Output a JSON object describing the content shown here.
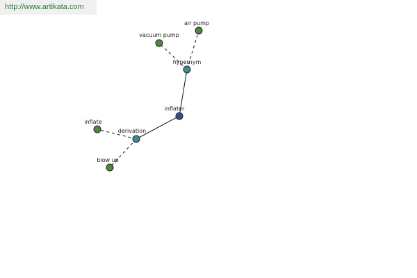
{
  "banner": {
    "url_text": "http://www.artikata.com"
  },
  "graph": {
    "colors": {
      "center": "#3c4b8c",
      "relation": "#3f8a94",
      "leaf": "#4f8a3c"
    },
    "nodes": [
      {
        "id": "inflater",
        "label": "inflater",
        "kind": "center"
      },
      {
        "id": "hypernym",
        "label": "hypernym",
        "kind": "relation"
      },
      {
        "id": "derivation",
        "label": "derivation",
        "kind": "relation"
      },
      {
        "id": "air-pump",
        "label": "air pump",
        "kind": "leaf"
      },
      {
        "id": "vacuum-pump",
        "label": "vacuum pump",
        "kind": "leaf"
      },
      {
        "id": "inflate",
        "label": "inflate",
        "kind": "leaf"
      },
      {
        "id": "blow-up",
        "label": "blow up",
        "kind": "leaf"
      }
    ],
    "edges": [
      {
        "from": "inflater",
        "to": "hypernym",
        "style": "solid"
      },
      {
        "from": "inflater",
        "to": "derivation",
        "style": "solid"
      },
      {
        "from": "hypernym",
        "to": "air-pump",
        "style": "dashed"
      },
      {
        "from": "hypernym",
        "to": "vacuum-pump",
        "style": "dashed"
      },
      {
        "from": "derivation",
        "to": "inflate",
        "style": "dashed"
      },
      {
        "from": "derivation",
        "to": "blow-up",
        "style": "dashed"
      }
    ]
  }
}
